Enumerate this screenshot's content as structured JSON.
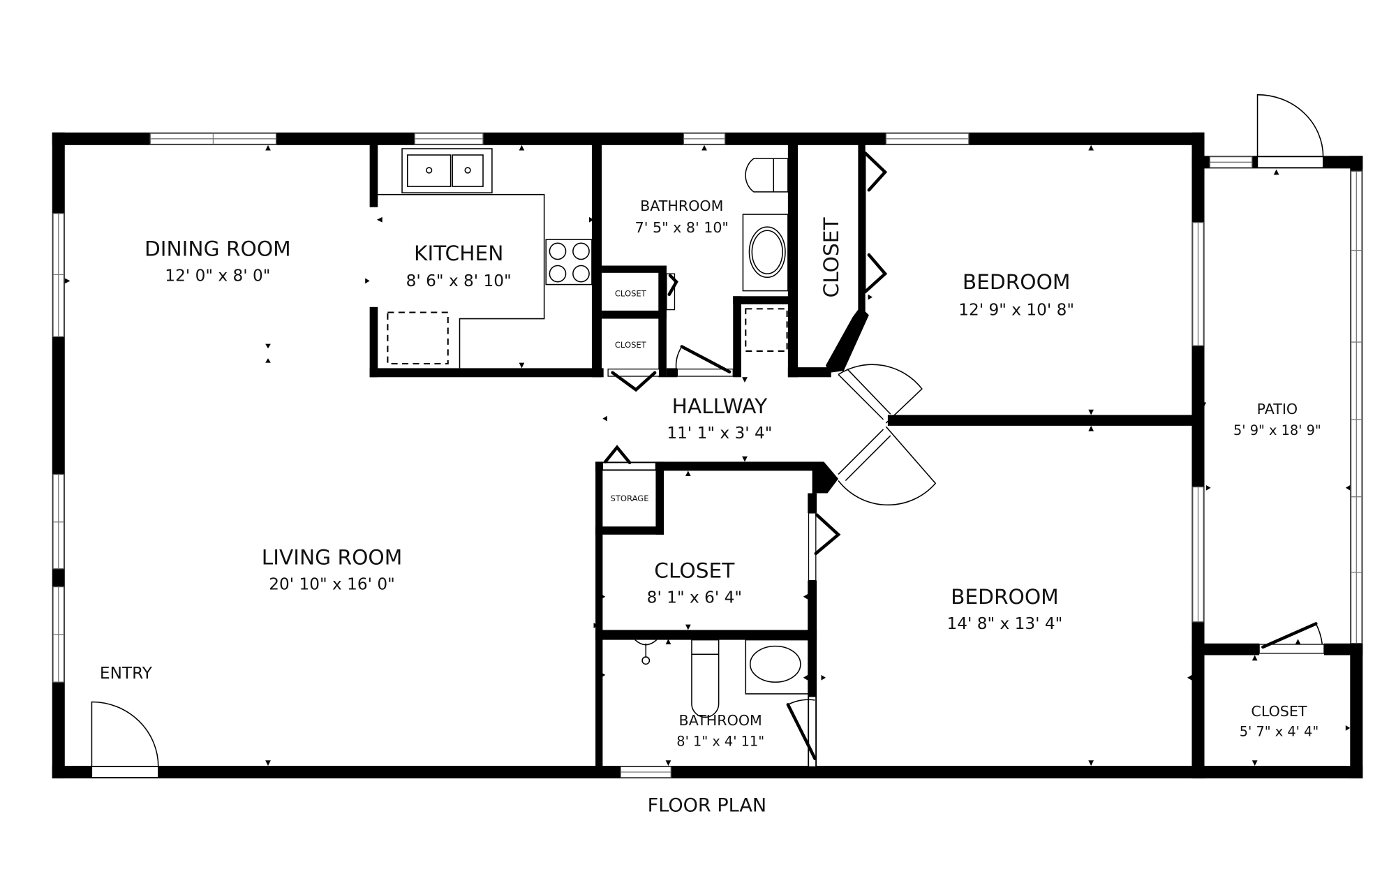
{
  "title": "FLOOR PLAN",
  "rooms": [
    {
      "id": "dining-room",
      "name": "DINING ROOM",
      "dims": "12' 0\" x 8' 0\""
    },
    {
      "id": "kitchen",
      "name": "KITCHEN",
      "dims": "8' 6\" x 8' 10\""
    },
    {
      "id": "bathroom-1",
      "name": "BATHROOM",
      "dims": "7' 5\" x 8' 10\""
    },
    {
      "id": "closet-vertical",
      "name": "CLOSET",
      "dims": ""
    },
    {
      "id": "bedroom-1",
      "name": "BEDROOM",
      "dims": "12' 9\" x 10' 8\""
    },
    {
      "id": "patio",
      "name": "PATIO",
      "dims": "5' 9\" x 18' 9\""
    },
    {
      "id": "hallway",
      "name": "HALLWAY",
      "dims": "11' 1\" x 3' 4\""
    },
    {
      "id": "closet-small-1",
      "name": "CLOSET",
      "dims": ""
    },
    {
      "id": "closet-small-2",
      "name": "CLOSET",
      "dims": ""
    },
    {
      "id": "storage",
      "name": "STORAGE",
      "dims": ""
    },
    {
      "id": "closet-center",
      "name": "CLOSET",
      "dims": "8' 1\" x 6' 4\""
    },
    {
      "id": "living-room",
      "name": "LIVING ROOM",
      "dims": "20' 10\" x 16' 0\""
    },
    {
      "id": "bedroom-2",
      "name": "BEDROOM",
      "dims": "14' 8\" x 13' 4\""
    },
    {
      "id": "bathroom-2",
      "name": "BATHROOM",
      "dims": "8' 1\" x 4' 11\""
    },
    {
      "id": "closet-patio",
      "name": "CLOSET",
      "dims": "5' 7\" x 4' 4\""
    },
    {
      "id": "entry",
      "name": "ENTRY",
      "dims": ""
    }
  ],
  "colors": {
    "wall": "#000000",
    "background": "#ffffff",
    "text": "#111111"
  }
}
